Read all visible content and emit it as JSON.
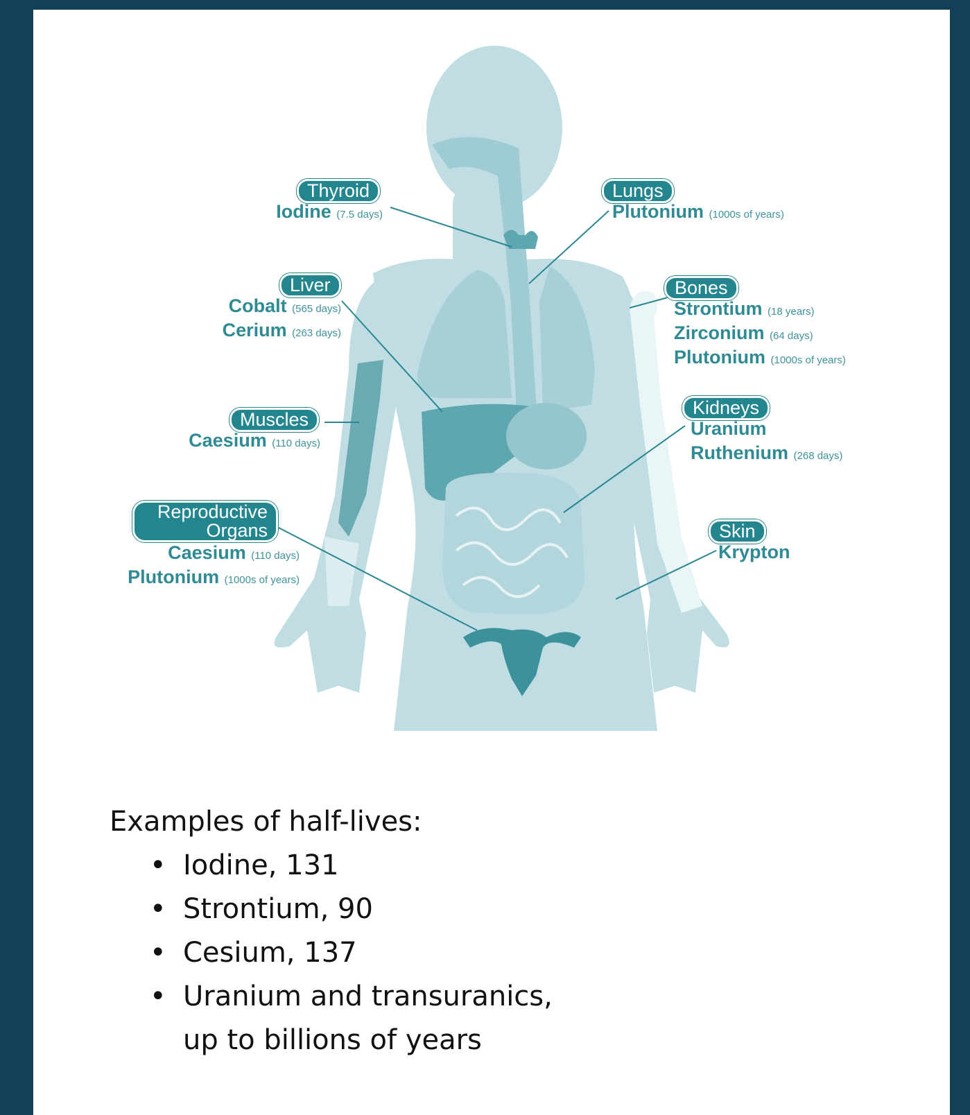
{
  "diagram": {
    "organs": [
      {
        "label": "Thyroid",
        "elements": [
          {
            "name": "Iodine",
            "half_life": "(7.5 days)"
          }
        ]
      },
      {
        "label": "Liver",
        "elements": [
          {
            "name": "Cobalt",
            "half_life": "(565 days)"
          },
          {
            "name": "Cerium",
            "half_life": "(263 days)"
          }
        ]
      },
      {
        "label": "Muscles",
        "elements": [
          {
            "name": "Caesium",
            "half_life": "(110 days)"
          }
        ]
      },
      {
        "label": "Reproductive Organs",
        "elements": [
          {
            "name": "Caesium",
            "half_life": "(110 days)"
          },
          {
            "name": "Plutonium",
            "half_life": "(1000s of years)"
          }
        ]
      },
      {
        "label": "Lungs",
        "elements": [
          {
            "name": "Plutonium",
            "half_life": "(1000s of years)"
          }
        ]
      },
      {
        "label": "Bones",
        "elements": [
          {
            "name": "Strontium",
            "half_life": "(18 years)"
          },
          {
            "name": "Zirconium",
            "half_life": "(64 days)"
          },
          {
            "name": "Plutonium",
            "half_life": "(1000s of years)"
          }
        ]
      },
      {
        "label": "Kidneys",
        "elements": [
          {
            "name": "Uranium",
            "half_life": ""
          },
          {
            "name": "Ruthenium",
            "half_life": "(268 days)"
          }
        ]
      },
      {
        "label": "Skin",
        "elements": [
          {
            "name": "Krypton",
            "half_life": ""
          }
        ]
      }
    ]
  },
  "notes": {
    "heading": "Examples of half-lives:",
    "bullet": "•",
    "items": [
      "Iodine, 131",
      "Strontium, 90",
      "Cesium, 137",
      "Uranium and transuranics,",
      "up to billions of years"
    ]
  },
  "colors": {
    "background": "#143f58",
    "card": "#ffffff",
    "body": "#bfdde2",
    "organ": "#2a8791",
    "label_text": "#2e8a93"
  }
}
